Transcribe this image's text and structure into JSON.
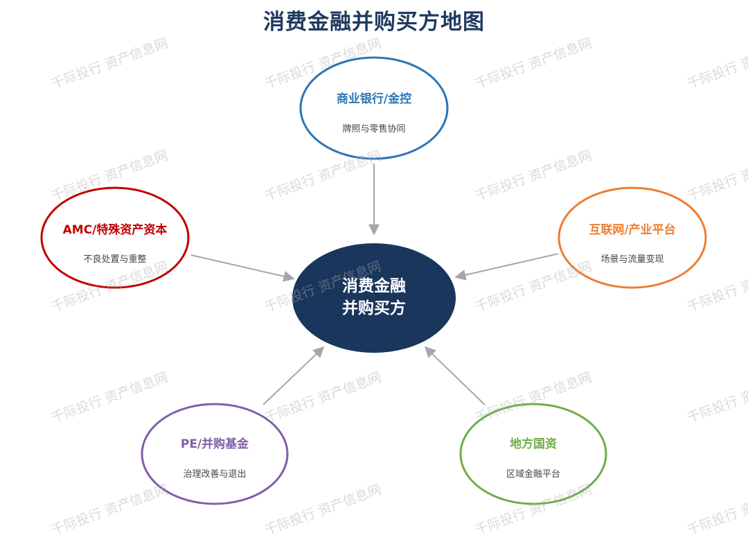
{
  "title": "消费金融并购买方地图",
  "center": {
    "line1": "消费金融",
    "line2": "并购买方",
    "color": "#1a365d"
  },
  "nodes": [
    {
      "id": "bank",
      "title": "商业银行/金控",
      "subtitle": "牌照与零售协同",
      "color": "#2e75b6"
    },
    {
      "id": "amc",
      "title": "AMC/特殊资产资本",
      "subtitle": "不良处置与重整",
      "color": "#c00000"
    },
    {
      "id": "internet",
      "title": "互联网/产业平台",
      "subtitle": "场景与流量变现",
      "color": "#ed7d31"
    },
    {
      "id": "pe",
      "title": "PE/并购基金",
      "subtitle": "治理改善与退出",
      "color": "#7f5fa8"
    },
    {
      "id": "soe",
      "title": "地方国资",
      "subtitle": "区域金融平台",
      "color": "#70ad47"
    }
  ],
  "arrow_color": "#a6a6a6",
  "watermark": "千际投行 资产信息网"
}
